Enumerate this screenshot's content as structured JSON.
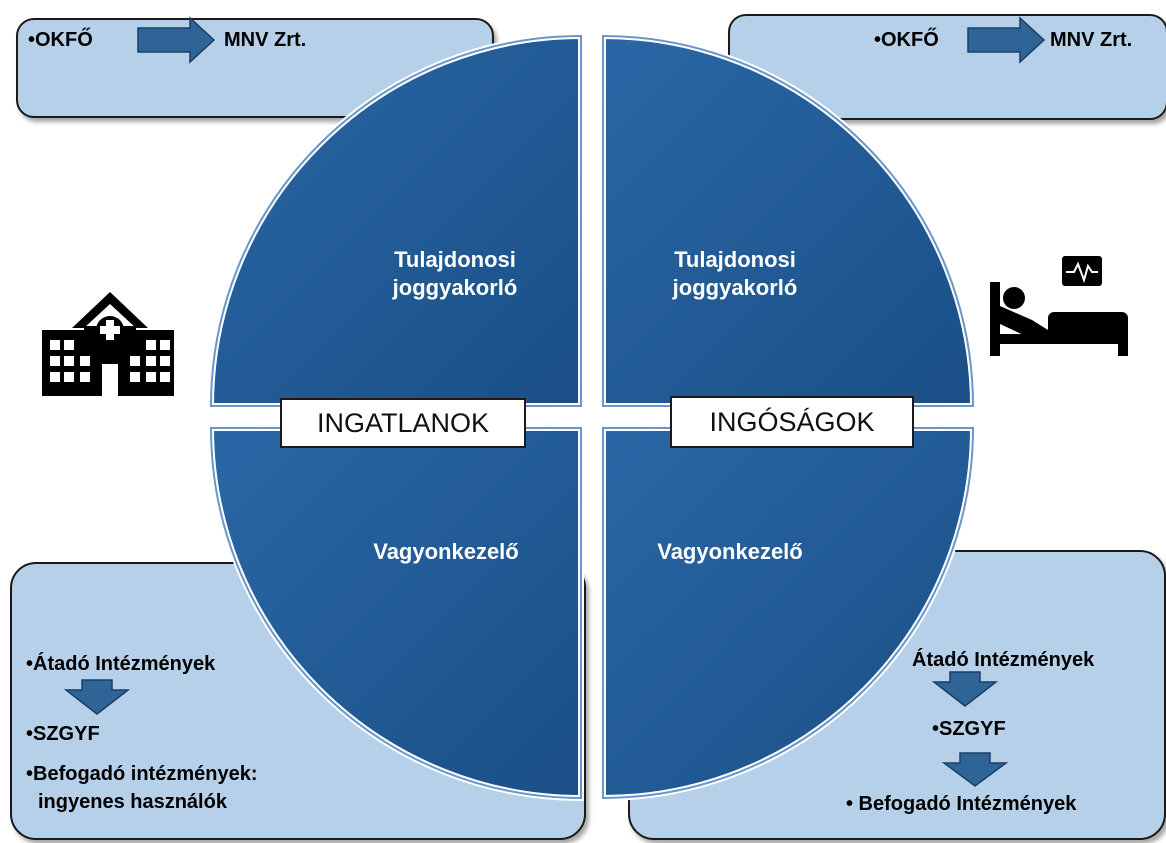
{
  "top_left": {
    "from": "•OKFŐ",
    "to": "MNV Zrt."
  },
  "top_right": {
    "from": "•OKFŐ",
    "to": "MNV Zrt."
  },
  "quadrants": {
    "top_left": "Tulajdonosi joggyakorló",
    "top_right": "Tulajdonosi joggyakorló",
    "bottom_left": "Vagyonkezelő",
    "bottom_right": "Vagyonkezelő"
  },
  "labels": {
    "left": "INGATLANOK",
    "right": "INGÓSÁGOK"
  },
  "bottom_left": {
    "item1": "•Átadó Intézmények",
    "item2": "•SZGYF",
    "item3": "•Befogadó intézmények:",
    "item3b": "ingyenes használók"
  },
  "bottom_right": {
    "item1": "Átadó Intézmények",
    "item2": "•SZGYF",
    "item3": "• Befogadó Intézmények"
  },
  "colors": {
    "quadrant": "#1f5a96",
    "box": "#b7d0ea",
    "arrow": "#2e6496"
  },
  "icons": {
    "left": "hospital-building-icon",
    "right": "hospital-bed-icon"
  }
}
